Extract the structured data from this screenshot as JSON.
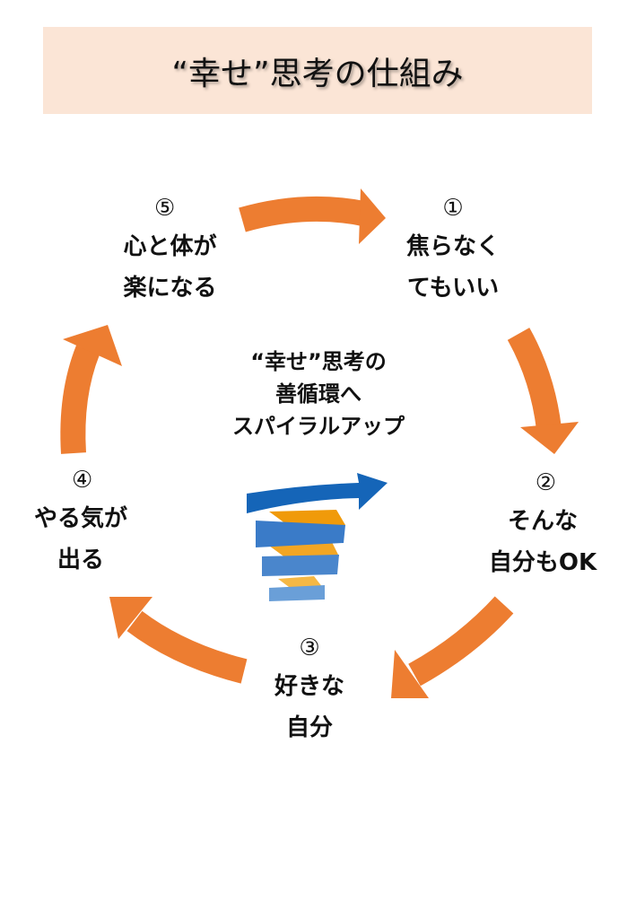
{
  "title": "“幸せ”思考の仕組み",
  "center_text": [
    "“幸せ”思考の",
    "善循環へ",
    "スパイラルアップ"
  ],
  "steps": [
    {
      "num": "①",
      "lines": [
        "焦らなく",
        "てもいい"
      ]
    },
    {
      "num": "②",
      "lines": [
        "そんな",
        "自分もOK"
      ]
    },
    {
      "num": "③",
      "lines": [
        "好きな",
        "自分"
      ]
    },
    {
      "num": "④",
      "lines": [
        "やる気が",
        "出る"
      ]
    },
    {
      "num": "⑤",
      "lines": [
        "心と体が",
        "楽になる"
      ]
    }
  ],
  "colors": {
    "arrow": "#ed7d31",
    "title_bg": "#fbe5d6",
    "spiral_blue": "#2e75b6",
    "spiral_orange": "#f5a623"
  }
}
